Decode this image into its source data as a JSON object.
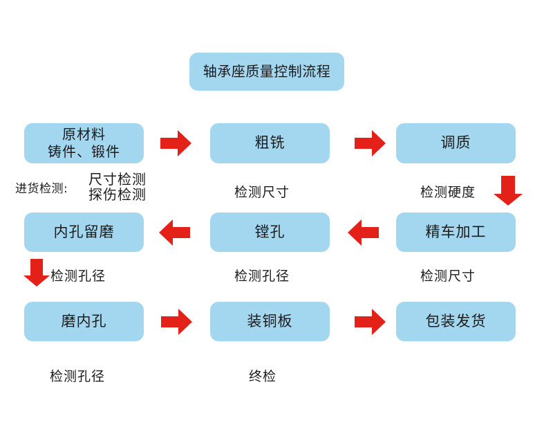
{
  "diagram": {
    "title": "轴承座质量控制流程",
    "accent_color": "#e32119",
    "box_fill_color": "#a3d6ef",
    "text_color": "#1b1b1b",
    "background_color": "#ffffff",
    "nodes": [
      {
        "id": "title",
        "label": "轴承座质量控制流程"
      },
      {
        "id": "raw",
        "label": "原材料\n铸件、锻件"
      },
      {
        "id": "rough-mill",
        "label": "粗铣"
      },
      {
        "id": "temper",
        "label": "调质"
      },
      {
        "id": "bore-grind",
        "label": "内孔留磨"
      },
      {
        "id": "boring",
        "label": "镗孔"
      },
      {
        "id": "fine-turn",
        "label": "精车加工"
      },
      {
        "id": "grind-bore",
        "label": "磨内孔"
      },
      {
        "id": "copper",
        "label": "装铜板"
      },
      {
        "id": "packing",
        "label": "包装发货"
      }
    ],
    "captions": {
      "incoming_prefix": "进货检测:",
      "incoming_items": "尺寸检测\n探伤检测",
      "rough_mill": "检测尺寸",
      "temper": "检测硬度",
      "bore_grind": "检测孔径",
      "boring": "检测孔径",
      "fine_turn": "检测尺寸",
      "grind_bore": "检测孔径",
      "copper": "终检"
    },
    "arrows": [
      {
        "id": "raw-to-rough-mill",
        "direction": "right"
      },
      {
        "id": "rough-mill-to-temper",
        "direction": "right"
      },
      {
        "id": "temper-to-fine-turn",
        "direction": "down"
      },
      {
        "id": "fine-turn-to-boring",
        "direction": "left"
      },
      {
        "id": "boring-to-bore-grind",
        "direction": "left"
      },
      {
        "id": "bore-grind-to-grind",
        "direction": "down"
      },
      {
        "id": "grind-to-copper",
        "direction": "right"
      },
      {
        "id": "copper-to-packing",
        "direction": "right"
      }
    ]
  }
}
